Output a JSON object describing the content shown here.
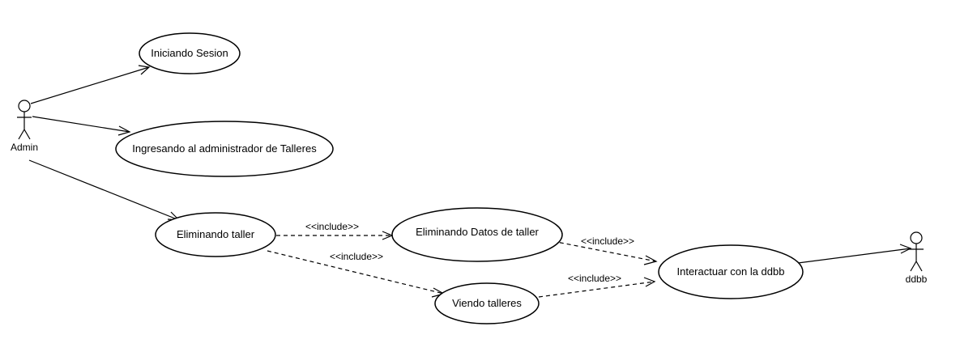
{
  "actors": {
    "admin": "Admin",
    "ddbb": "ddbb"
  },
  "use_cases": {
    "iniciando_sesion": "Iniciando Sesion",
    "ingresando_admin": "Ingresando al administrador de Talleres",
    "eliminando_taller": "Eliminando taller",
    "eliminando_datos": "Eliminando Datos de taller",
    "viendo_talleres": "Viendo talleres",
    "interactuar_ddbb": "Interactuar con la ddbb"
  },
  "relations": {
    "include_1": "<<include>>",
    "include_2": "<<include>>",
    "include_3": "<<include>>",
    "include_4": "<<include>>"
  }
}
